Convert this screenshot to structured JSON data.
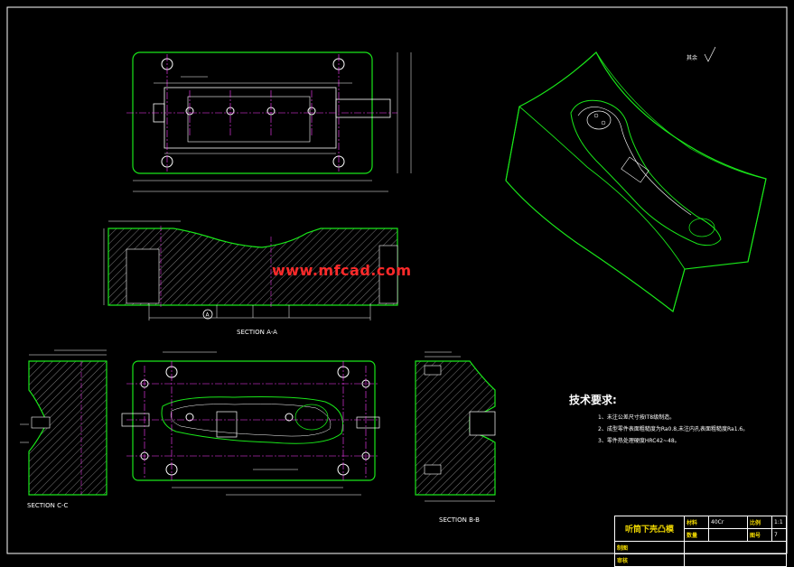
{
  "watermark": "www.mfcad.com",
  "sections": {
    "aa": "SECTION A-A",
    "cc": "SECTION C-C",
    "bb": "SECTION B-B"
  },
  "datum_a": "A",
  "roughness": "其余",
  "tech_requirements": {
    "title": "技术要求:",
    "items": [
      "1、未注公差尺寸按IT8级制造。",
      "2、成型零件表面粗糙度为Ra0.8,未注内孔表面粗糙度Ra1.6。",
      "3、零件热处理硬度HRC42~48。"
    ]
  },
  "title_block": {
    "part_name": "听筒下壳凸模",
    "material_label": "材料",
    "material_value": "40Cr",
    "scale_label": "比例",
    "scale_value": "1:1",
    "quantity_label": "数量",
    "drawing_no_label": "图号",
    "drawing_no_value": "7",
    "drawn_label": "制图",
    "checked_label": "审核"
  },
  "colors": {
    "background": "#000000",
    "outline": "#19e619",
    "centerline": "#ff3cff",
    "hatch": "#c8c8c8",
    "dimension": "#ffffff",
    "highlight": "#f0d800",
    "watermark": "#ff2a2a"
  }
}
